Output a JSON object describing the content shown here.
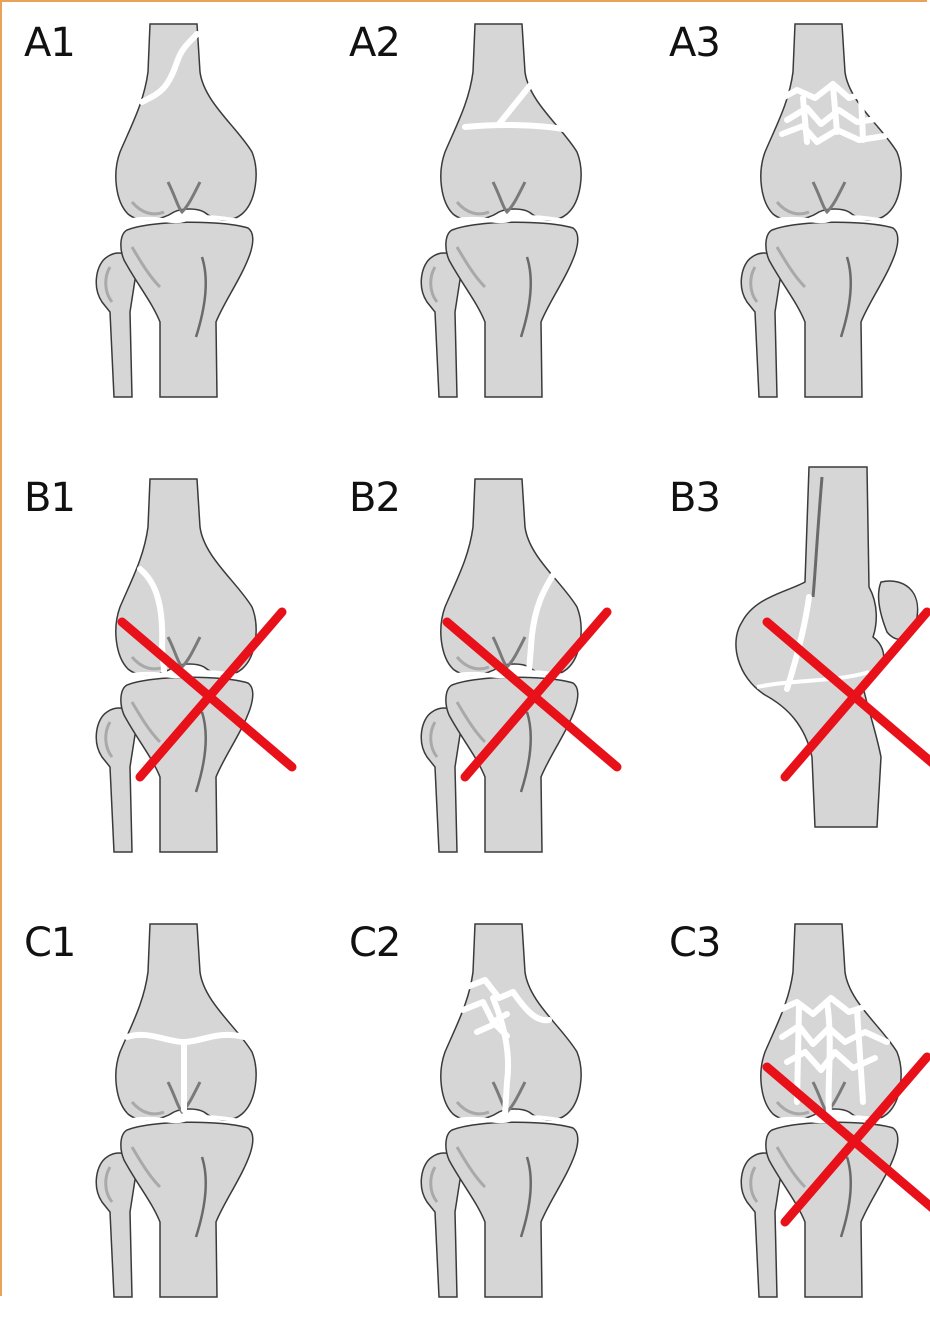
{
  "figure": {
    "panels": [
      {
        "label": "A1",
        "excluded": false,
        "view": "front",
        "fracture": "a1"
      },
      {
        "label": "A2",
        "excluded": false,
        "view": "front",
        "fracture": "a2"
      },
      {
        "label": "A3",
        "excluded": false,
        "view": "front",
        "fracture": "a3"
      },
      {
        "label": "B1",
        "excluded": true,
        "view": "front",
        "fracture": "b1"
      },
      {
        "label": "B2",
        "excluded": true,
        "view": "front",
        "fracture": "b2"
      },
      {
        "label": "B3",
        "excluded": true,
        "view": "lateral",
        "fracture": "b3"
      },
      {
        "label": "C1",
        "excluded": false,
        "view": "front",
        "fracture": "c1"
      },
      {
        "label": "C2",
        "excluded": false,
        "view": "front",
        "fracture": "c2"
      },
      {
        "label": "C3",
        "excluded": true,
        "view": "front",
        "fracture": "c3"
      }
    ]
  },
  "colors": {
    "bone_fill": "#d6d6d6",
    "bone_shade": "#a9a9a9",
    "outline": "#3a3a3a",
    "fracture_line": "#ffffff",
    "exclusion_mark": "#e8111a",
    "frame_border": "#e8a25a"
  }
}
